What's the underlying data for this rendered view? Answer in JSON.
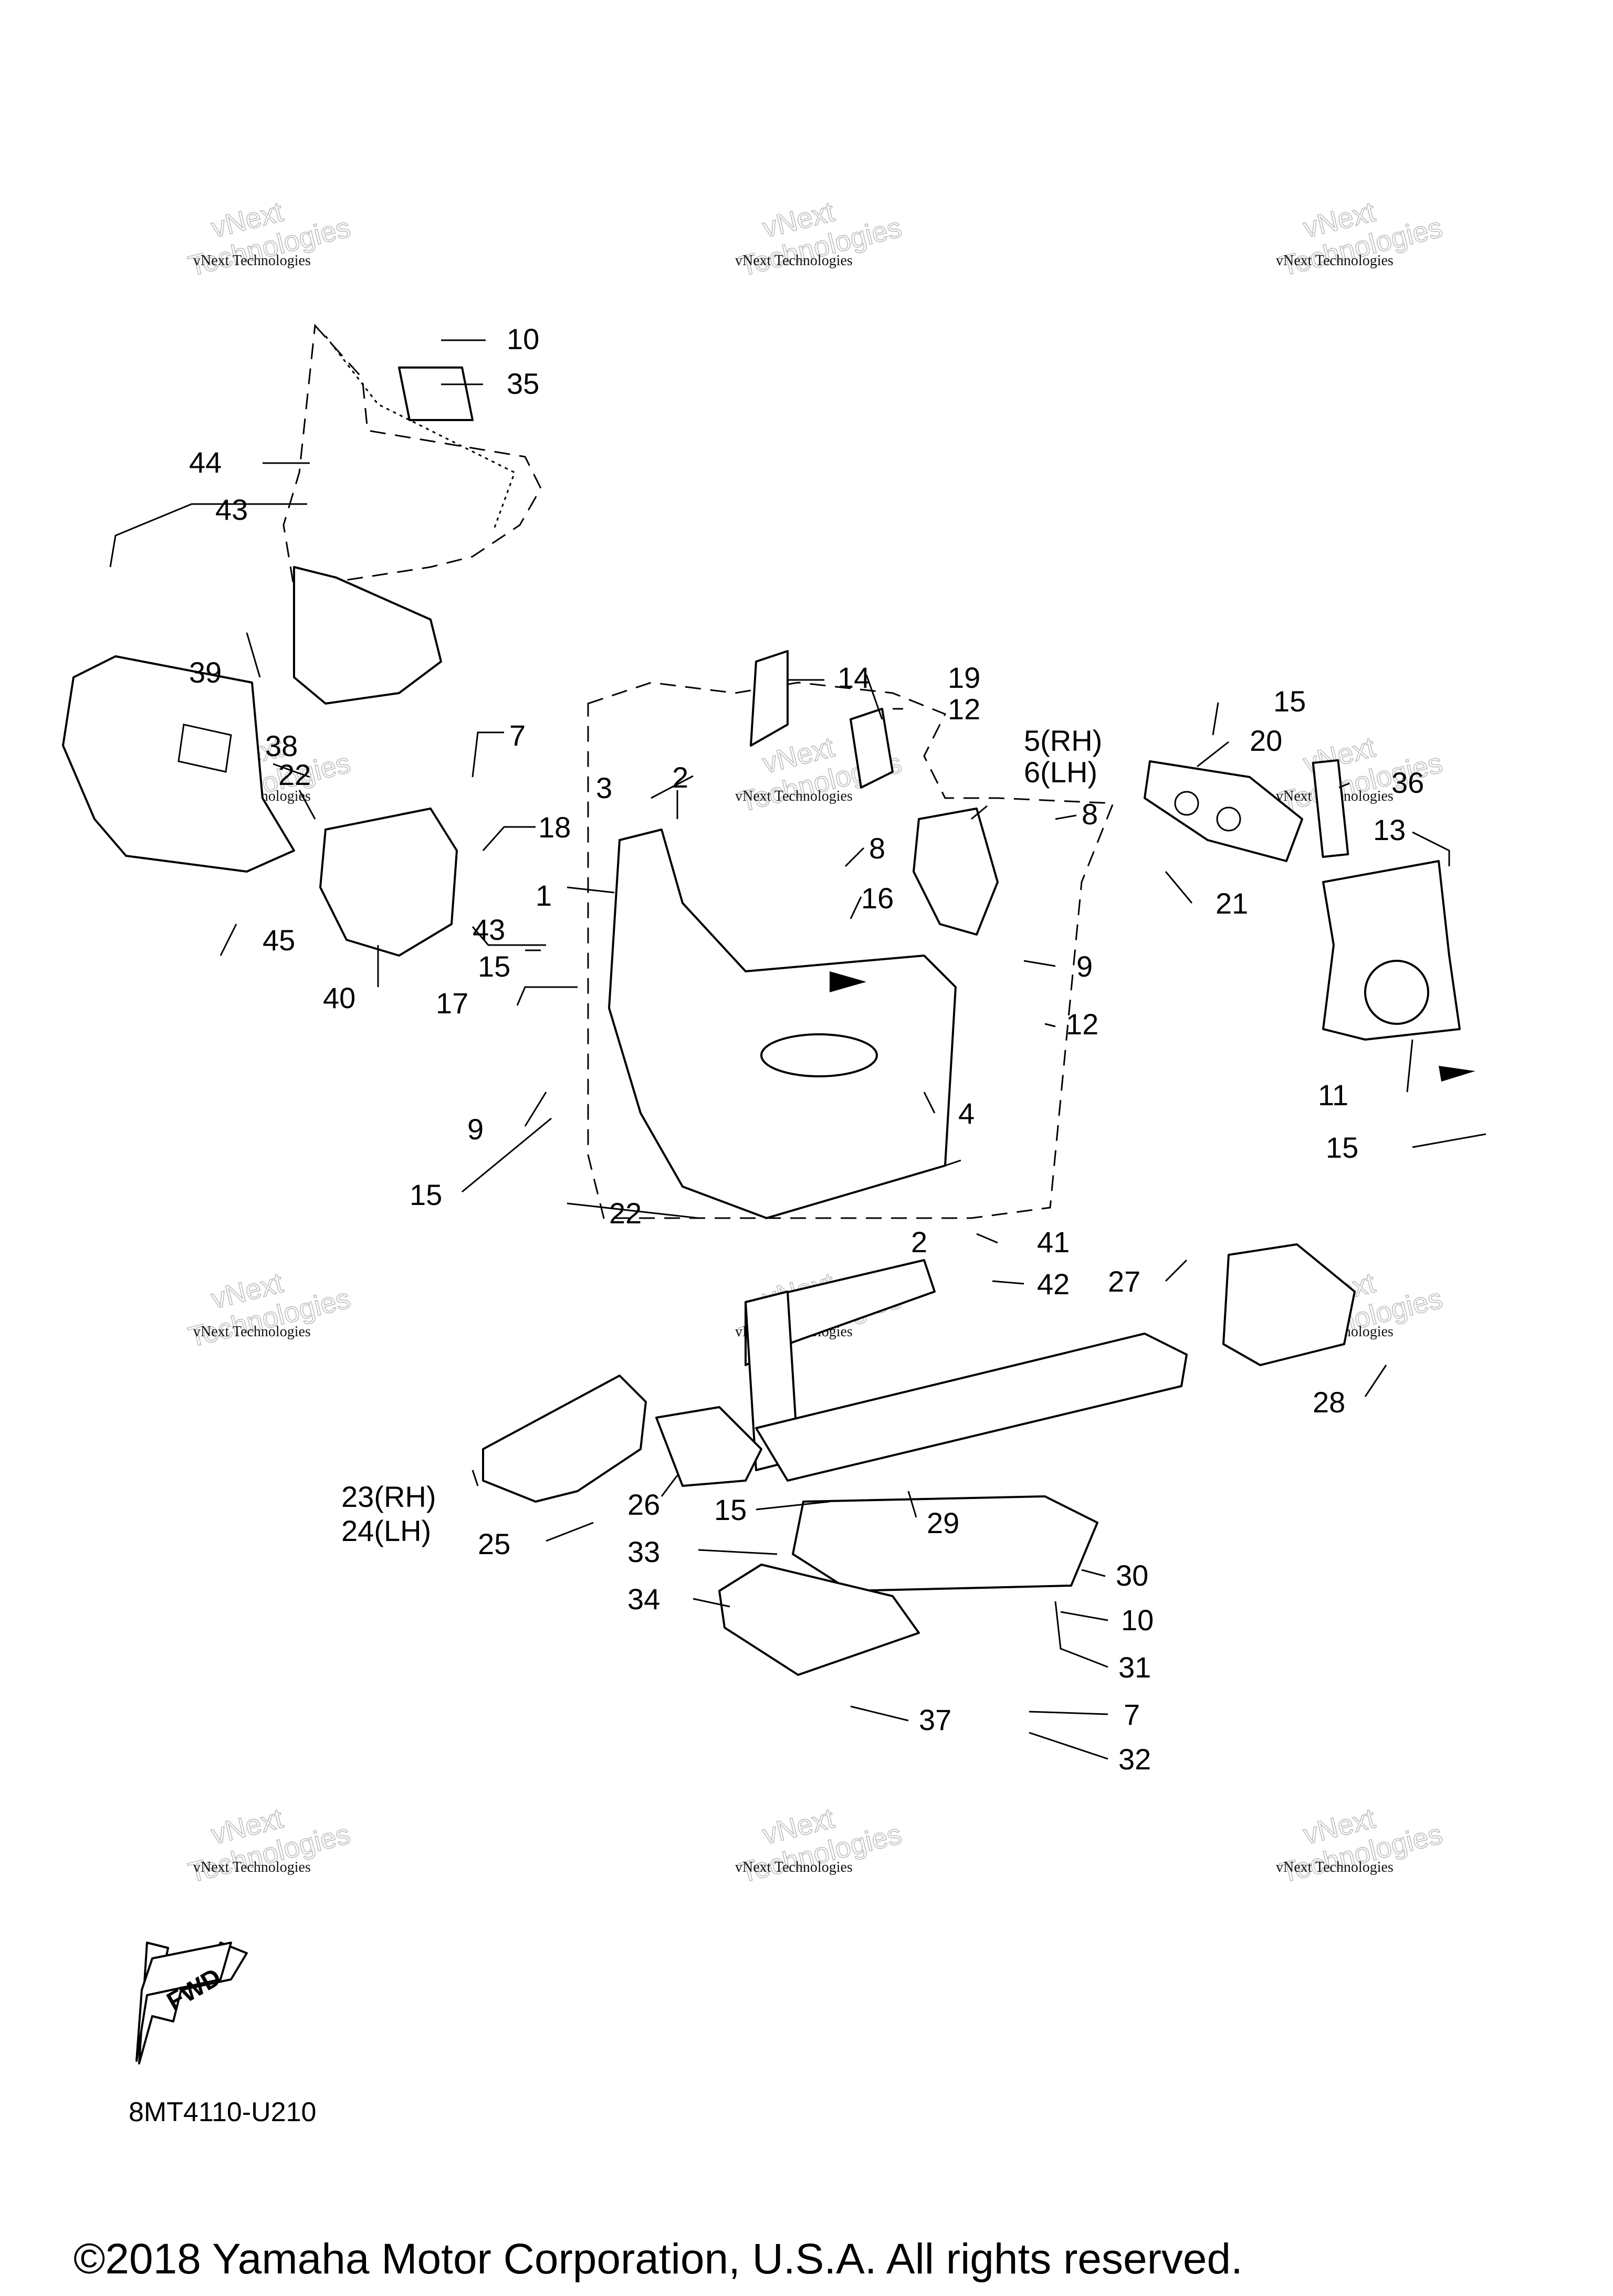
{
  "diagram_code": "8MT4110-U210",
  "copyright": "©2018 Yamaha Motor Corporation, U.S.A. All rights reserved.",
  "fwd_label": "FWD",
  "watermark": {
    "line1": "vNext Technologies",
    "line2": "vNext",
    "line3": "Technologies"
  },
  "callouts": [
    "10",
    "35",
    "44",
    "43",
    "39",
    "38",
    "22",
    "7",
    "18",
    "1",
    "43",
    "15",
    "17",
    "9",
    "15",
    "45",
    "40",
    "3",
    "2",
    "14",
    "19",
    "12",
    "5(RH)",
    "6(LH)",
    "8",
    "8",
    "16",
    "15",
    "20",
    "36",
    "13",
    "21",
    "9",
    "12",
    "4",
    "11",
    "15",
    "2",
    "41",
    "42",
    "22",
    "27",
    "28",
    "23(RH)",
    "24(LH)",
    "25",
    "26",
    "15",
    "29",
    "33",
    "34",
    "30",
    "10",
    "31",
    "7",
    "32",
    "37"
  ]
}
